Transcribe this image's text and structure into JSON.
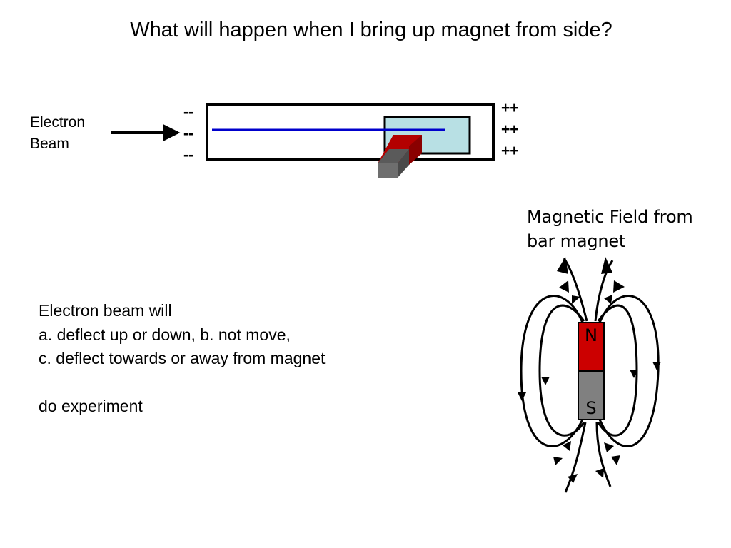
{
  "title": "What will happen when I bring up magnet from side?",
  "beam_label": [
    "Electron",
    "Beam"
  ],
  "charges": {
    "negative": [
      "--",
      "--",
      "--"
    ],
    "positive": [
      "++",
      "++",
      "++"
    ]
  },
  "field_title": [
    "Magnetic Field from",
    "bar magnet"
  ],
  "magnet": {
    "north_label": "N",
    "south_label": "S",
    "north_color": "#cc0000",
    "south_color": "#808080"
  },
  "question": {
    "line1": "Electron beam will",
    "line2": "a. deflect up or down, b. not move,",
    "line3": "c. deflect towards or away from magnet",
    "line4": "do experiment"
  },
  "colors": {
    "beam": "#0000cc",
    "screen": "#b8e0e4"
  }
}
